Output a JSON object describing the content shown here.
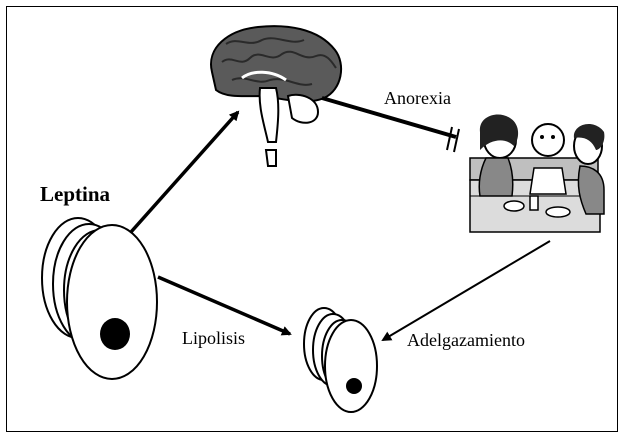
{
  "labels": {
    "leptina": "Leptina",
    "anorexia": "Anorexia",
    "lipolisis": "Lipolisis",
    "adelgazamiento": "Adelgazamiento"
  },
  "icons": [
    "brain-icon",
    "family-eating-icon",
    "fat-cell-stack-icon"
  ],
  "colors": {
    "stroke": "#000000",
    "background": "#ffffff"
  }
}
